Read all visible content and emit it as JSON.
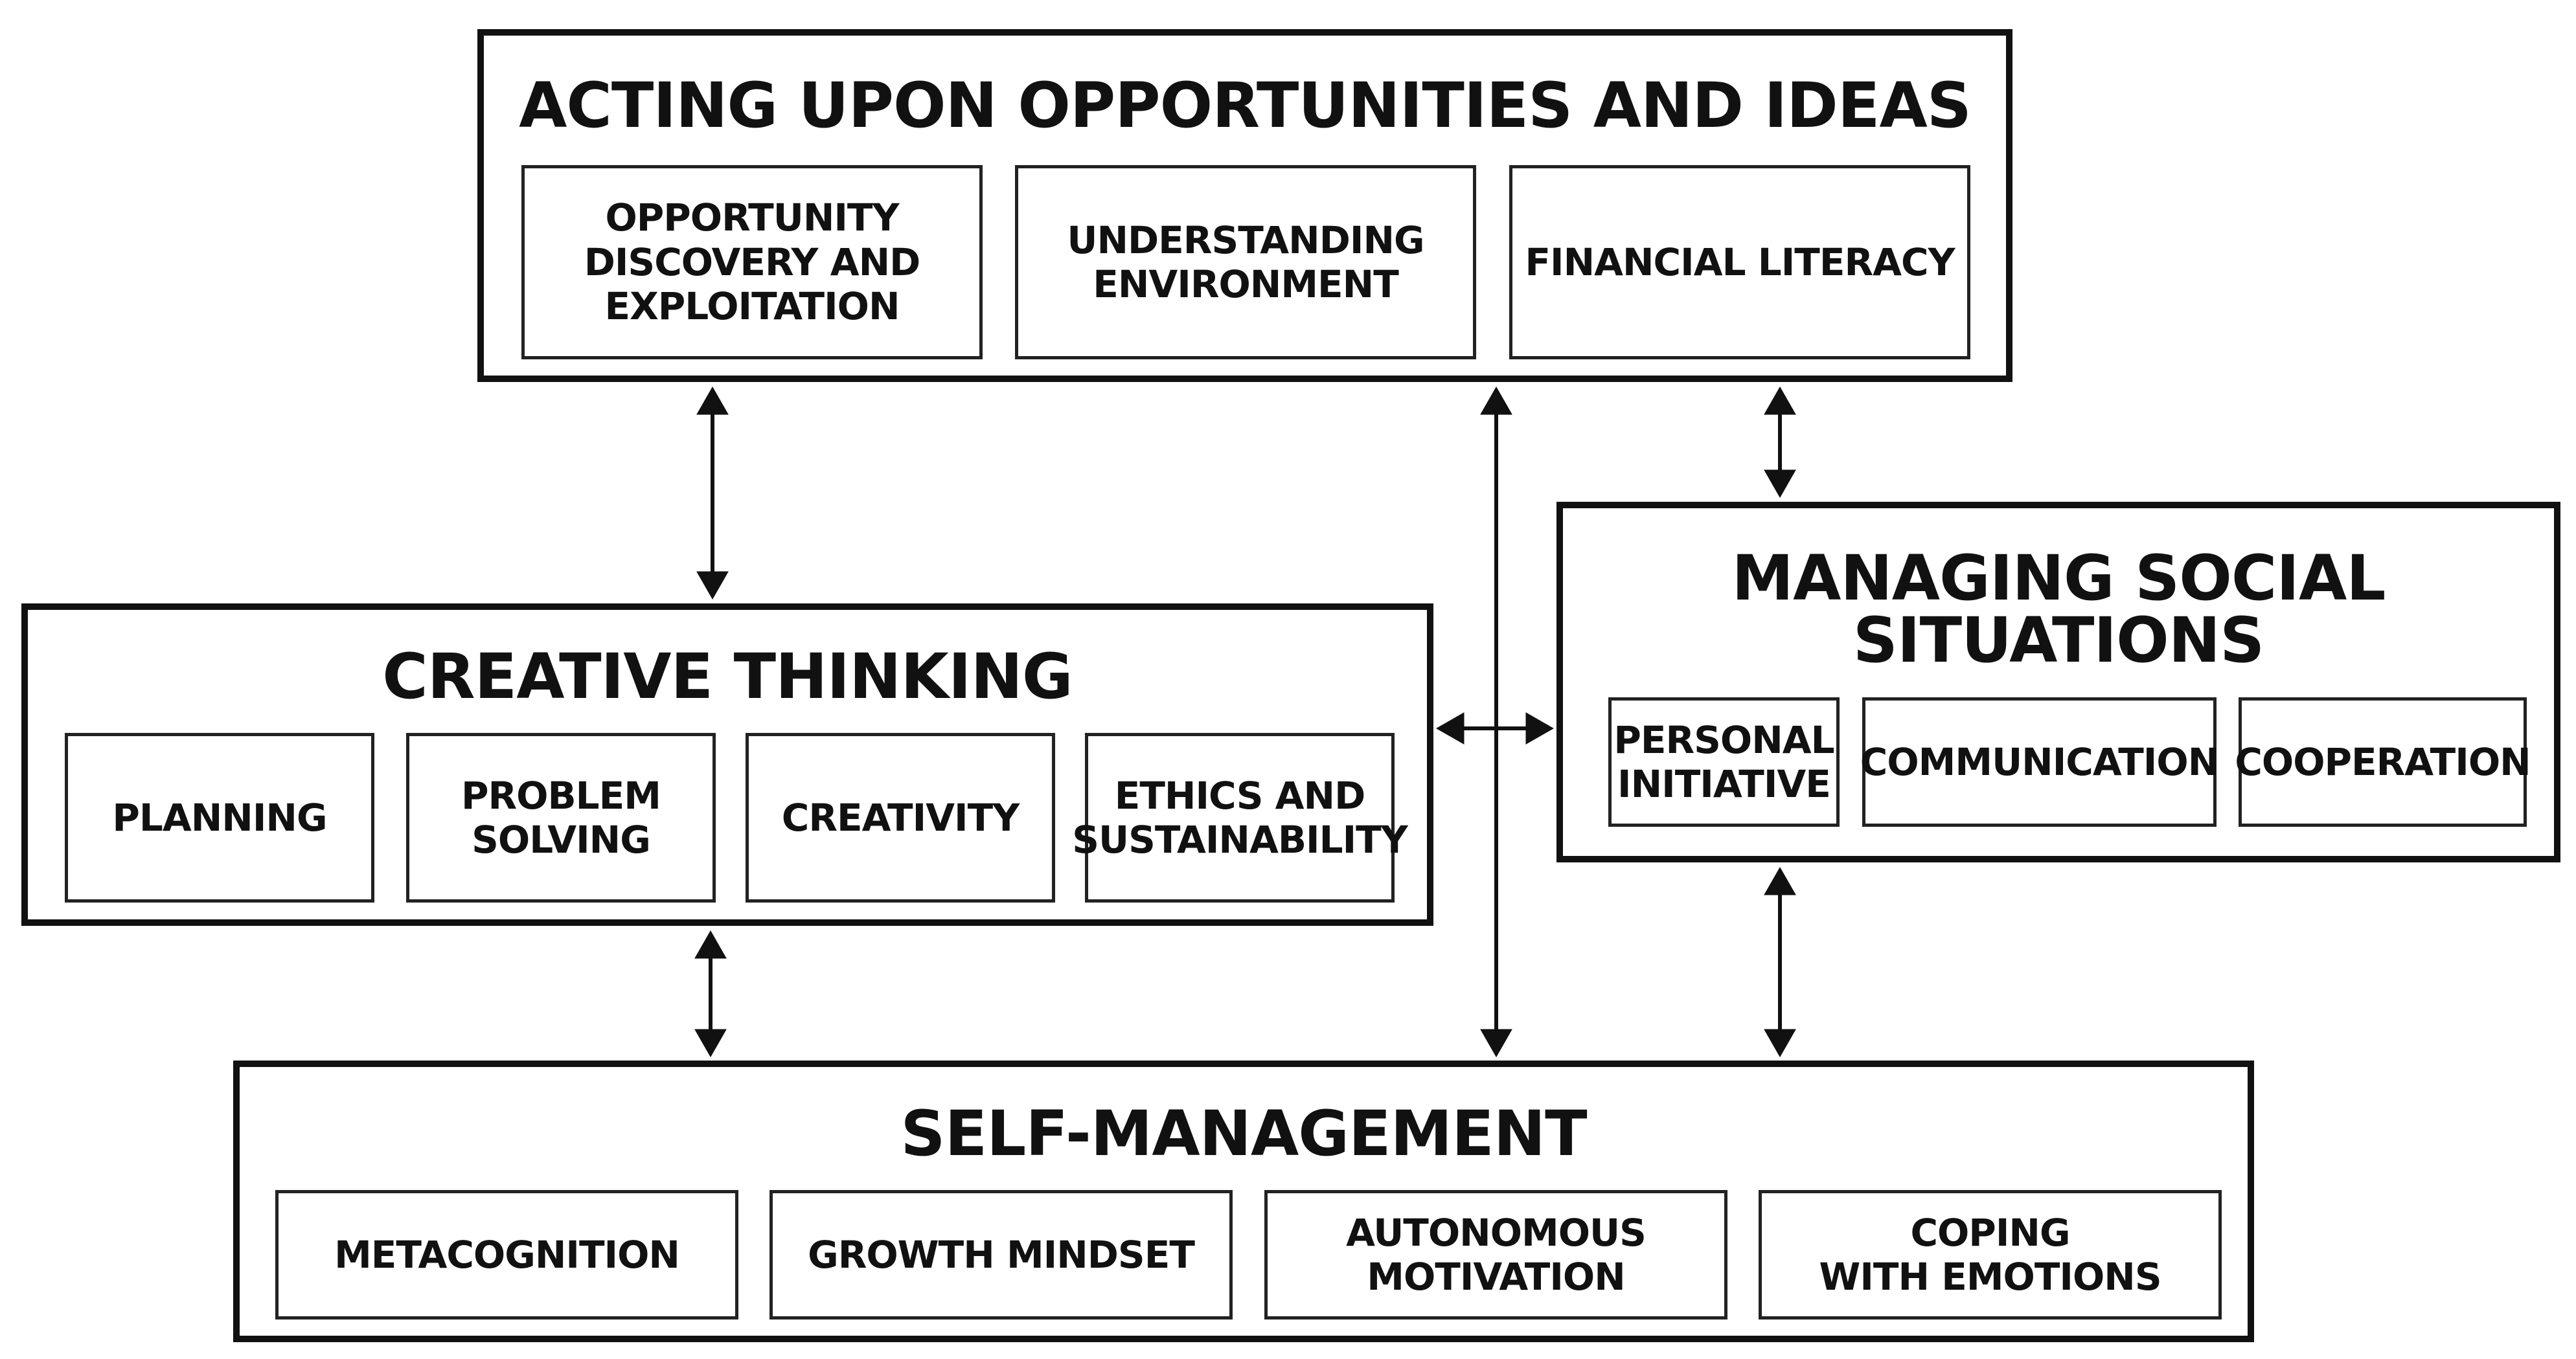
{
  "groups": {
    "acting": {
      "title": "ACTING UPON OPPORTUNITIES AND IDEAS",
      "items": [
        "OPPORTUNITY\nDISCOVERY AND\nEXPLOITATION",
        "UNDERSTANDING\nENVIRONMENT",
        "FINANCIAL LITERACY"
      ]
    },
    "creative": {
      "title": "CREATIVE THINKING",
      "items": [
        "PLANNING",
        "PROBLEM\nSOLVING",
        "CREATIVITY",
        "ETHICS AND\nSUSTAINABILITY"
      ]
    },
    "social": {
      "title": "MANAGING SOCIAL\nSITUATIONS",
      "items": [
        "PERSONAL\nINITIATIVE",
        "COMMUNICATION",
        "COOPERATION"
      ]
    },
    "self": {
      "title": "SELF-MANAGEMENT",
      "items": [
        "METACOGNITION",
        "GROWTH MINDSET",
        "AUTONOMOUS\nMOTIVATION",
        "COPING\nWITH EMOTIONS"
      ]
    }
  },
  "colors": {
    "stroke": "#111111",
    "background": "#ffffff"
  }
}
